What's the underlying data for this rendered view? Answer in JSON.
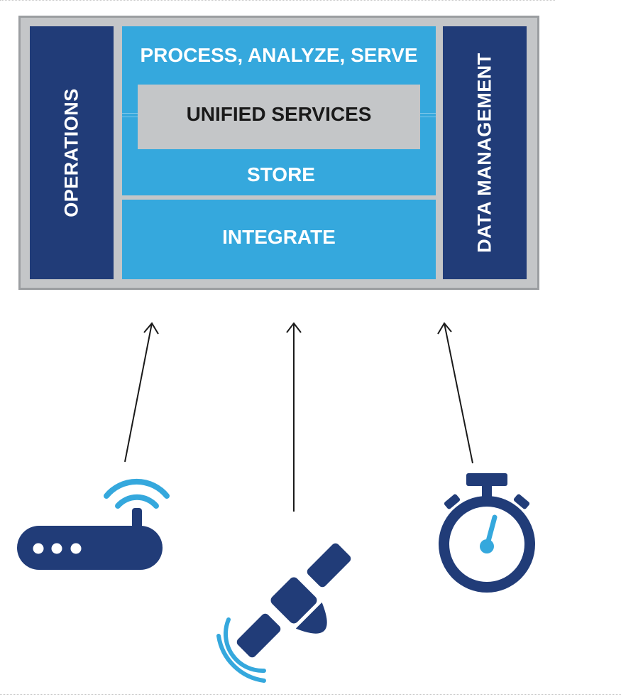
{
  "architecture": {
    "left_column": "OPERATIONS",
    "right_column": "DATA MANAGEMENT",
    "process_layer": "PROCESS, ANALYZE, SERVE",
    "unified_services": "UNIFIED SERVICES",
    "store_layer": "STORE",
    "integrate_layer": "INTEGRATE"
  },
  "sources": [
    {
      "icon": "wifi-router-icon"
    },
    {
      "icon": "satellite-icon"
    },
    {
      "icon": "stopwatch-icon"
    }
  ],
  "colors": {
    "navy": "#213c78",
    "blue": "#35a8dd",
    "gray": "#c4c6c8",
    "frame_border": "#9b9ea1"
  }
}
